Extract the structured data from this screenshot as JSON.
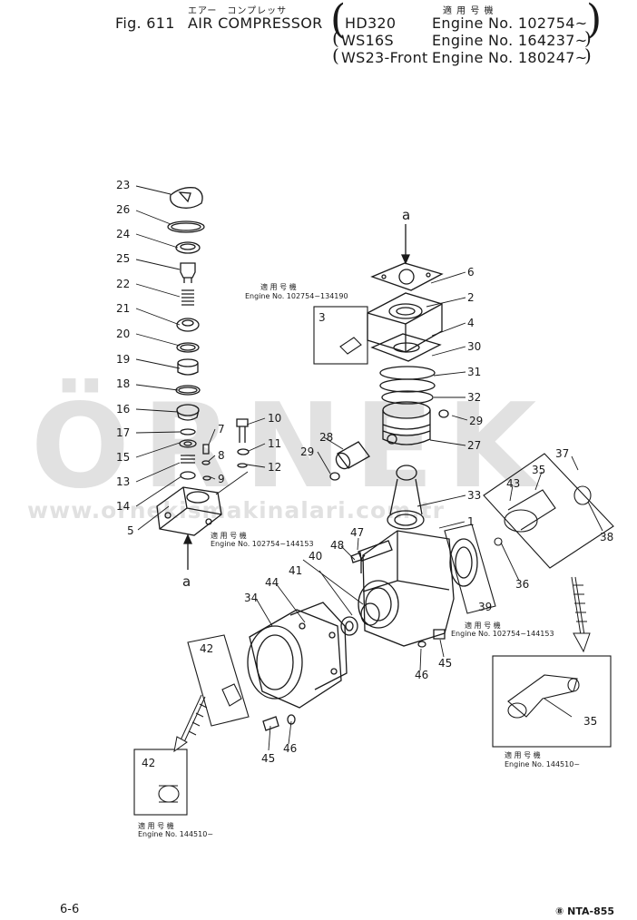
{
  "header": {
    "fig_label": "Fig. 611",
    "jp_title": "エアー　コンプレッサ",
    "title": "AIR COMPRESSOR",
    "jp_applicable": "適 用 号 機",
    "models": [
      {
        "model": "HD320",
        "engine": "Engine No. 102754~"
      },
      {
        "model": "WS16S",
        "engine": "Engine No. 164237~"
      },
      {
        "model": "WS23-Front",
        "engine": "Engine No. 180247~"
      }
    ]
  },
  "watermark": {
    "brand": "ÖRNEK",
    "site": "www.ornekismakinalari.com.tr"
  },
  "callouts": [
    "23",
    "26",
    "24",
    "25",
    "22",
    "21",
    "20",
    "19",
    "18",
    "16",
    "17",
    "15",
    "13",
    "14",
    "5",
    "7",
    "8",
    "9",
    "10",
    "11",
    "12",
    "6",
    "2",
    "3",
    "4",
    "30",
    "31",
    "32",
    "29",
    "27",
    "28",
    "33",
    "1",
    "37",
    "43",
    "35",
    "38",
    "36",
    "47",
    "48",
    "40",
    "41",
    "39",
    "46",
    "45",
    "34",
    "44",
    "42"
  ],
  "labels": {
    "a_top": "a",
    "a_bottom": "a",
    "n23": "23",
    "n26": "26",
    "n24": "24",
    "n25": "25",
    "n22": "22",
    "n21": "21",
    "n20": "20",
    "n19": "19",
    "n18": "18",
    "n16": "16",
    "n17": "17",
    "n15": "15",
    "n13": "13",
    "n14": "14",
    "n5": "5",
    "n7": "7",
    "n8": "8",
    "n9": "9",
    "n10": "10",
    "n11": "11",
    "n12": "12",
    "n6": "6",
    "n2": "2",
    "n3": "3",
    "n4": "4",
    "n30": "30",
    "n31": "31",
    "n32": "32",
    "n29a": "29",
    "n27": "27",
    "n28": "28",
    "n29b": "29",
    "n33": "33",
    "n1": "1",
    "n37": "37",
    "n43": "43",
    "n35a": "35",
    "n38": "38",
    "n36": "36",
    "n47": "47",
    "n48": "48",
    "n40": "40",
    "n41": "41",
    "n39": "39",
    "n46a": "46",
    "n45a": "45",
    "n34": "34",
    "n44": "44",
    "n42a": "42",
    "n45b": "45",
    "n46b": "46",
    "n35b": "35",
    "n42b": "42"
  },
  "notes": {
    "applicable_jp": "適 用 号 機",
    "note3": "Engine No. 102754~134190",
    "note5": "Engine No. 102754~144153",
    "note39": "Engine No. 102754~144153",
    "note35": "Engine No. 144510~",
    "note42": "Engine No. 144510~"
  },
  "footer": {
    "page": "6-6",
    "code": "⑧ NTA-855"
  }
}
